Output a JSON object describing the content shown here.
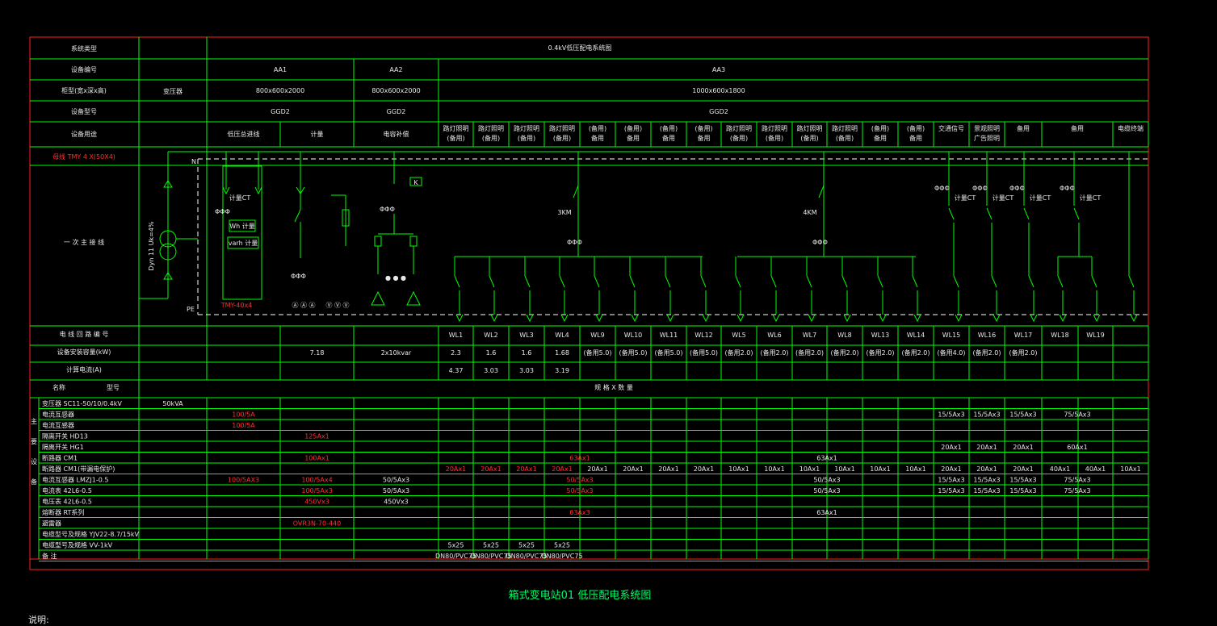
{
  "colors": {
    "background": "#000000",
    "grid": "#00ff00",
    "border": "#ff2020",
    "text": "#e8e8e8",
    "red_text": "#ff3030",
    "dashed": "#ffffff"
  },
  "header": {
    "row_labels": [
      "系统类型",
      "设备编号",
      "柜型(宽x深x高)",
      "设备型号",
      "设备用途"
    ],
    "feeder_row_label": "母线  TMY 4 X(50X4)",
    "transformer_col": "变压器",
    "system_title": "0.4kV低压配电系统图",
    "panels": [
      {
        "id": "AA1",
        "size": "800x600x2000",
        "model": "GGD2"
      },
      {
        "id": "AA2",
        "size": "800x600x2000",
        "model": "GGD2"
      },
      {
        "id": "AA3",
        "size": "1000x600x1800",
        "model": "GGD2"
      }
    ],
    "aa1_uses": [
      "低压总进线",
      "计量"
    ],
    "aa2_use": "电容补偿",
    "aa3_uses": [
      "路灯照明\n(备用)",
      "路灯照明\n(备用)",
      "路灯照明\n(备用)",
      "路灯照明\n(备用)",
      "(备用)\n备用",
      "(备用)\n备用",
      "(备用)\n备用",
      "(备用)\n备用",
      "路灯照明\n(备用)",
      "路灯照明\n(备用)",
      "路灯照明\n(备用)",
      "路灯照明\n(备用)",
      "(备用)\n备用",
      "(备用)\n备用",
      "交通信号",
      "景观照明\n广告照明",
      "备用",
      "备用",
      "电缆终端"
    ]
  },
  "diagram": {
    "primary_label": "一 次 主 接 线",
    "transformer_label": "Dyn 11 Uk=4%",
    "N": "N",
    "PE": "PE",
    "ct_label": "计量CT",
    "wh_label": "Wh 计量",
    "varh_label": "varh 计量",
    "bus_label": "TMY-40x4",
    "meters_a": "Ⓐ Ⓐ Ⓐ",
    "meters_v": "Ⓥ Ⓥ Ⓥ",
    "k_label": "K",
    "km1": "3KM",
    "km2": "4KM",
    "ct1": "计量CT",
    "ct2": "计量CT",
    "ct3": "计量CT",
    "ct4": "计量CT"
  },
  "table": {
    "circuit_row_label": "电 线 回 路 编 号",
    "capacity_row_label": "设备安装容量(kW)",
    "current_row_label": "计算电流(A)",
    "name_header": "名称",
    "model_header": "型号",
    "spec_header": "规 格 X 数 量",
    "circuits": [
      "WL1",
      "WL2",
      "WL3",
      "WL4",
      "WL9",
      "WL10",
      "WL11",
      "WL12",
      "WL5",
      "WL6",
      "WL7",
      "WL8",
      "WL13",
      "WL14",
      "WL15",
      "WL16",
      "WL17",
      "WL18",
      "WL19"
    ],
    "aa1_capacity": "7.18",
    "aa2_capacity": "2x10kvar",
    "capacities": [
      "2.3",
      "1.6",
      "1.6",
      "1.68",
      "(备用5.0)",
      "(备用5.0)",
      "(备用5.0)",
      "(备用5.0)",
      "(备用2.0)",
      "(备用2.0)",
      "(备用2.0)",
      "(备用2.0)",
      "(备用2.0)",
      "(备用2.0)",
      "(备用4.0)",
      "(备用2.0)",
      "(备用2.0)",
      "",
      ""
    ],
    "currents": [
      "4.37",
      "3.03",
      "3.03",
      "3.19"
    ],
    "equipment_rows": [
      {
        "name": "变压器  SC11-50/10/0.4kV",
        "tx": "50kVA",
        "aa1a": "",
        "aa1b": "",
        "aa2": ""
      },
      {
        "name": "电流互感器",
        "tx": "",
        "aa1a": "100/5A",
        "aa1b": "",
        "aa2": ""
      },
      {
        "name": "电流互感器",
        "tx": "",
        "aa1a": "100/5A",
        "aa1b": "",
        "aa2": ""
      },
      {
        "name": "隔离开关  HD13",
        "tx": "",
        "aa1a": "",
        "aa1b": "125Ax1",
        "aa2": ""
      },
      {
        "name": "隔离开关  HG1",
        "tx": "",
        "aa1a": "",
        "aa1b": "",
        "aa2": ""
      },
      {
        "name": "断路器  CM1",
        "tx": "",
        "aa1a": "",
        "aa1b": "100Ax1",
        "aa2": ""
      },
      {
        "name": "断路器  CM1(带漏电保护)",
        "tx": "",
        "aa1a": "",
        "aa1b": "",
        "aa2": ""
      },
      {
        "name": "电流互感器  LMZJ1-0.5",
        "tx": "",
        "aa1a": "100/5AX3",
        "aa1b": "100/5Ax4",
        "aa2": "50/5Ax3"
      },
      {
        "name": "电流表  42L6-0.5",
        "tx": "",
        "aa1a": "",
        "aa1b": "100/5Ax3",
        "aa2": "50/5Ax3"
      },
      {
        "name": "电压表  42L6-0.5",
        "tx": "",
        "aa1a": "",
        "aa1b": "450Vx3",
        "aa2": "450Vx3"
      },
      {
        "name": "熔断器  RT系列",
        "tx": "",
        "aa1a": "",
        "aa1b": "",
        "aa2": ""
      },
      {
        "name": "避雷器",
        "tx": "",
        "aa1a": "",
        "aa1b": "OVR3N-70-440",
        "aa2": ""
      },
      {
        "name": "电缆型号及规格  YJV22-8.7/15kV",
        "tx": "",
        "aa1a": "",
        "aa1b": "",
        "aa2": ""
      },
      {
        "name": "电缆型号及规格  VV-1kV",
        "tx": "",
        "aa1a": "",
        "aa1b": "",
        "aa2": ""
      },
      {
        "name": "备 注",
        "tx": "",
        "aa1a": "",
        "aa1b": "",
        "aa2": ""
      }
    ],
    "side_label_chars": [
      "主",
      "要",
      "设",
      "备"
    ],
    "ct_r_values": [
      "15/5Ax3",
      "15/5Ax3",
      "15/5Ax3",
      "75/5Ax3"
    ],
    "hg_values": [
      "20Ax1",
      "20Ax1",
      "20Ax1",
      "60Ax1"
    ],
    "breaker_span1": "63Ax1",
    "breaker_span2": "63Ax1",
    "leak_values": [
      "20Ax1",
      "20Ax1",
      "20Ax1",
      "20Ax1",
      "20Ax1",
      "20Ax1",
      "20Ax1",
      "20Ax1",
      "10Ax1",
      "10Ax1",
      "10Ax1",
      "10Ax1",
      "10Ax1",
      "10Ax1",
      "20Ax1",
      "20Ax1",
      "20Ax1",
      "40Ax1",
      "40Ax1",
      "10Ax1"
    ],
    "ct_span1": "50/5Ax3",
    "ct_span2": "50/5Ax3",
    "ct_tail": [
      "15/5Ax3",
      "15/5Ax3",
      "15/5Ax3",
      "75/5Ax3"
    ],
    "am_span": "50/5Ax3",
    "am_span2": "50/5Ax3",
    "am_tail": [
      "15/5Ax3",
      "15/5Ax3",
      "15/5Ax3",
      "75/5Ax3"
    ],
    "fuse_span1": "63Ax3",
    "fuse_span2": "63Ax1",
    "cable_sizes": [
      "5x25",
      "5x25",
      "5x25",
      "5x25"
    ],
    "cable_conduits": [
      "DN80/PVC75",
      "DN80/PVC75",
      "DN80/PVC75",
      "DN80/PVC75"
    ]
  },
  "drawing_title": "箱式变电站01  低压配电系统图",
  "note_label": "说明:"
}
